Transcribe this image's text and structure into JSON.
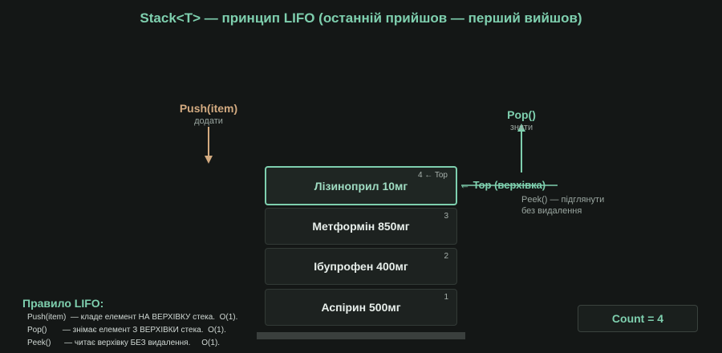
{
  "title": "Stack<T> — принцип LIFO (останній прийшов — перший вийшов)",
  "push": {
    "label": "Push(item)",
    "sublabel": "додати"
  },
  "pop": {
    "label": "Pop()",
    "sublabel": "зняти"
  },
  "stack": {
    "items": [
      {
        "label": "Лізиноприл 10мг",
        "index": "4 ← Top"
      },
      {
        "label": "Метформін 850мг",
        "index": "3"
      },
      {
        "label": "Ібупрофен 400мг",
        "index": "2"
      },
      {
        "label": "Аспірин 500мг",
        "index": "1"
      }
    ]
  },
  "top_pointer": "← Top (верхівка)",
  "peek": {
    "line1": "Peek() — підглянути",
    "line2": "без видалення"
  },
  "rules": {
    "title": "Правило LIFO:",
    "lines": [
      "Push(item)  — кладе елемент НА ВЕРХІВКУ стека.  O(1).",
      "Pop()       — знімає елемент З ВЕРХІВКИ стека.  O(1).",
      "Peek()      — читає верхівку БЕЗ видалення.     O(1)."
    ]
  },
  "count": "Count = 4",
  "colors": {
    "accent": "#7ecfae",
    "push": "#d2aa80",
    "background": "#141716"
  }
}
